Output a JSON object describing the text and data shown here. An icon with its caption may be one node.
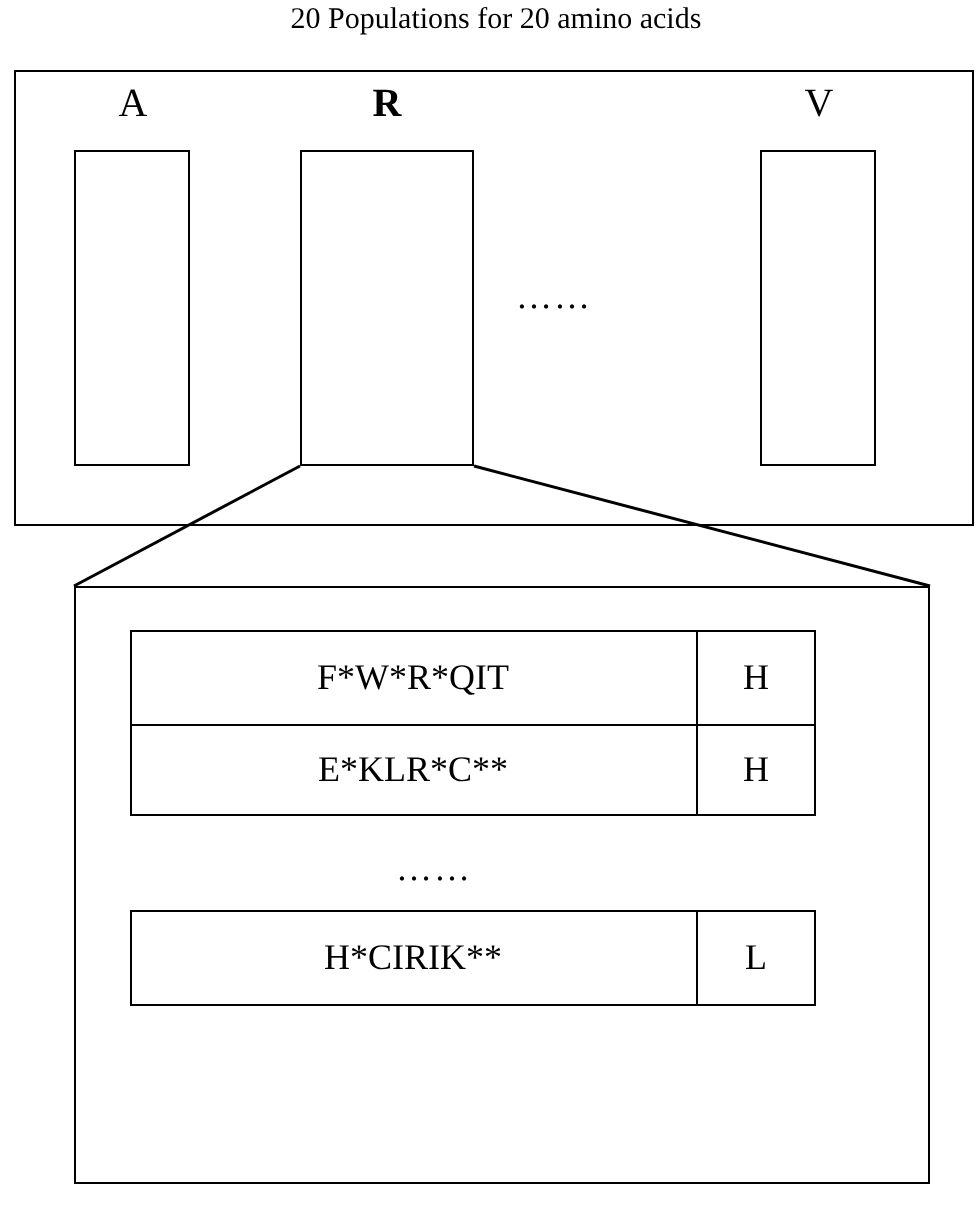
{
  "diagram": {
    "nodes": [
      {
        "text": [
          "20 Populations for 20 amino acids"
        ]
      },
      {
        "text": [
          "A"
        ],
        "in": 0
      },
      {
        "text": [
          "R"
        ],
        "in": 0
      },
      {
        "text": [
          "V"
        ],
        "in": 0
      },
      {
        "text": [],
        "shape": "box"
      },
      {
        "text": [
          "F*W*R*QIT",
          "H"
        ],
        "in": 4
      },
      {
        "text": [
          "E*KLR*C**",
          "H"
        ],
        "in": 4
      },
      {
        "text": [
          "H*CIRIK**",
          "L"
        ],
        "in": 4
      }
    ],
    "edges": [
      {
        "from": 2,
        "to": 4,
        "arrow": "none"
      },
      {
        "from": 2,
        "to": 4,
        "arrow": "none"
      }
    ],
    "labels": [
      "……",
      "……"
    ]
  }
}
